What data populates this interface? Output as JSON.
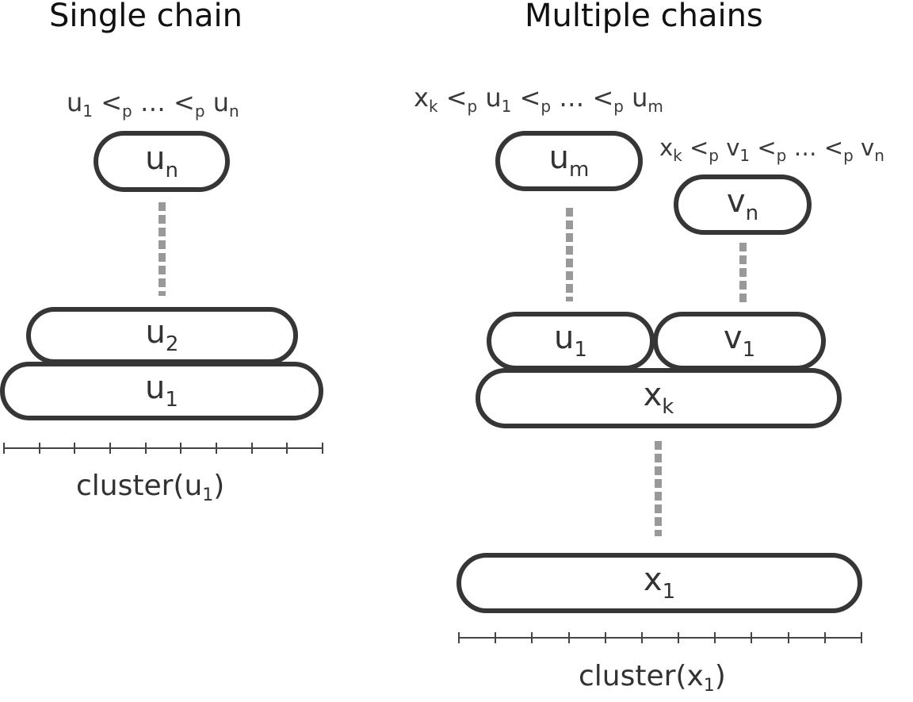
{
  "titles": {
    "single": "Single chain",
    "multiple": "Multiple chains"
  },
  "lt_symbol": "<",
  "ellipsis": "…",
  "single_chain": {
    "ordering": {
      "first": {
        "base": "u",
        "sub": "1"
      },
      "rel_sub": "p",
      "last": {
        "base": "u",
        "sub": "n"
      }
    },
    "nodes": {
      "un": {
        "base": "u",
        "sub": "n"
      },
      "u2": {
        "base": "u",
        "sub": "2"
      },
      "u1": {
        "base": "u",
        "sub": "1"
      }
    },
    "axis_label": {
      "text": "cluster(u",
      "sub": "1",
      "close": ")"
    }
  },
  "multiple_chains": {
    "ordering_u": {
      "first": {
        "base": "x",
        "sub": "k"
      },
      "second": {
        "base": "u",
        "sub": "1"
      },
      "rel_sub": "p",
      "last": {
        "base": "u",
        "sub": "m"
      }
    },
    "ordering_v": {
      "first": {
        "base": "x",
        "sub": "k"
      },
      "second": {
        "base": "v",
        "sub": "1"
      },
      "rel_sub": "p",
      "last": {
        "base": "v",
        "sub": "n"
      }
    },
    "nodes": {
      "um": {
        "base": "u",
        "sub": "m"
      },
      "vn": {
        "base": "v",
        "sub": "n"
      },
      "u1": {
        "base": "u",
        "sub": "1"
      },
      "v1": {
        "base": "v",
        "sub": "1"
      },
      "xk": {
        "base": "x",
        "sub": "k"
      },
      "x1": {
        "base": "x",
        "sub": "1"
      }
    },
    "axis_label": {
      "text": "cluster(x",
      "sub": "1",
      "close": ")"
    }
  },
  "colors": {
    "outline": "#363636",
    "dots": "#999999",
    "text": "#333333"
  }
}
